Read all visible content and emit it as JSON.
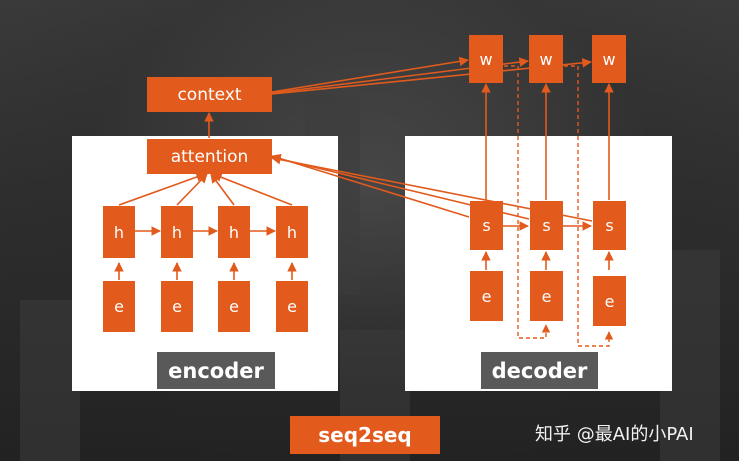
{
  "nodes": {
    "context": "context",
    "attention": "attention",
    "hidden": "h",
    "embed": "e",
    "state": "s",
    "output": "w"
  },
  "captions": {
    "encoder": "encoder",
    "decoder": "decoder"
  },
  "footer": {
    "title": "seq2seq",
    "watermark": "知乎 @最AI的小PAI"
  },
  "colors": {
    "accent": "#e25a1c",
    "caption_bg": "#595959",
    "panel": "#ffffff",
    "background": "#2b2b2b"
  }
}
